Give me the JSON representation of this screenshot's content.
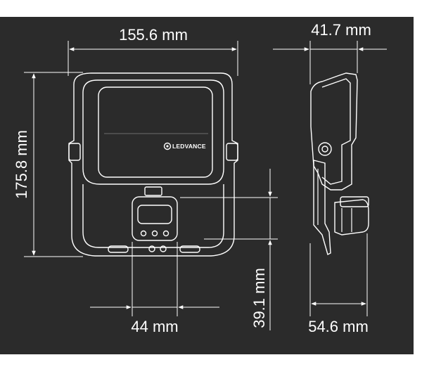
{
  "colors": {
    "background": "#2b2b2b",
    "lines": "#ffffff",
    "panel": "#262626"
  },
  "dimensions": {
    "width_front": "155.6 mm",
    "height_front": "175.8 mm",
    "sensor_width": "44 mm",
    "sensor_height": "39.1 mm",
    "depth_top": "41.7 mm",
    "depth_bottom": "54.6 mm"
  },
  "brand": {
    "logo_text": "LEDVANCE"
  },
  "icons": {
    "logo": "ledvance-logo-icon"
  }
}
